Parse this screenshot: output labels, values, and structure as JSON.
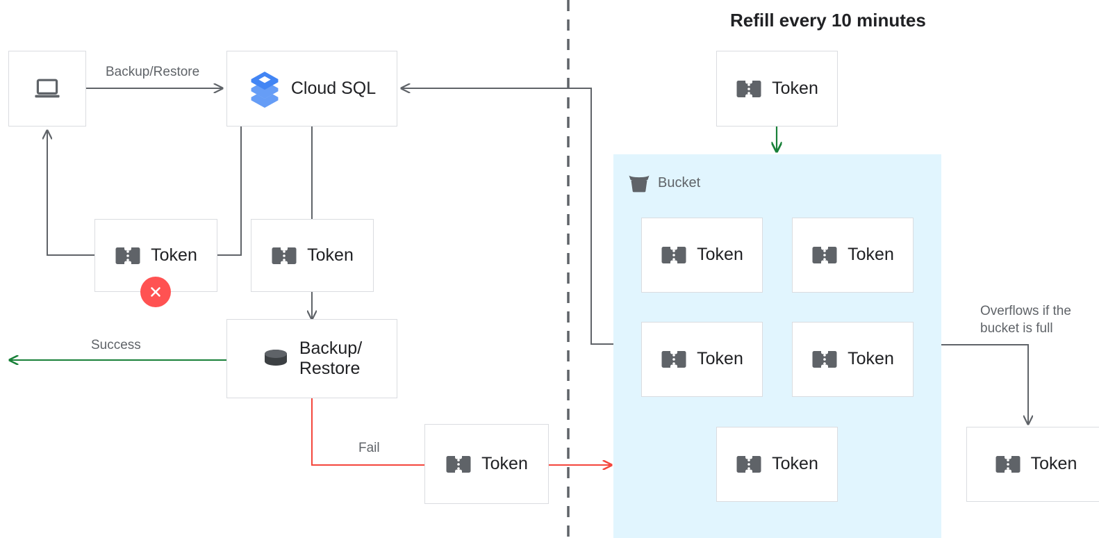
{
  "diagram": {
    "title": "Refill every 10 minutes",
    "colors": {
      "accent_blue": "#4285f4",
      "bucket_bg": "#e1f5fe",
      "success_green": "#188038",
      "fail_red": "#f4463c",
      "error_badge": "#ff5252",
      "line_gray": "#5f6368",
      "box_border": "#dadce0",
      "icon_gray": "#5f6368",
      "text_primary": "#202124",
      "text_secondary": "#5f6368"
    }
  },
  "heading": {
    "refill": "Refill every 10 minutes"
  },
  "nodes": {
    "client": {
      "label": "",
      "icon": "laptop-icon"
    },
    "cloudsql": {
      "label": "Cloud SQL",
      "icon": "cloud-sql-icon"
    },
    "token_failed": {
      "label": "Token",
      "icon": "token-icon",
      "badge": "error-x-badge"
    },
    "token_used": {
      "label": "Token",
      "icon": "token-icon"
    },
    "backup_restore": {
      "label": "Backup/\nRestore",
      "icon": "database-icon"
    },
    "token_fail_path": {
      "label": "Token",
      "icon": "token-icon"
    },
    "token_refill": {
      "label": "Token",
      "icon": "token-icon"
    },
    "token_overflow": {
      "label": "Token",
      "icon": "token-icon"
    }
  },
  "bucket": {
    "label": "Bucket",
    "icon": "bucket-icon",
    "tokens": [
      {
        "label": "Token",
        "icon": "token-icon"
      },
      {
        "label": "Token",
        "icon": "token-icon"
      },
      {
        "label": "Token",
        "icon": "token-icon"
      },
      {
        "label": "Token",
        "icon": "token-icon"
      },
      {
        "label": "Token",
        "icon": "token-icon"
      }
    ]
  },
  "edges": {
    "backup_restore_label": "Backup/Restore",
    "success_label": "Success",
    "fail_label": "Fail",
    "overflow_label": "Overflows if the\nbucket is full"
  }
}
